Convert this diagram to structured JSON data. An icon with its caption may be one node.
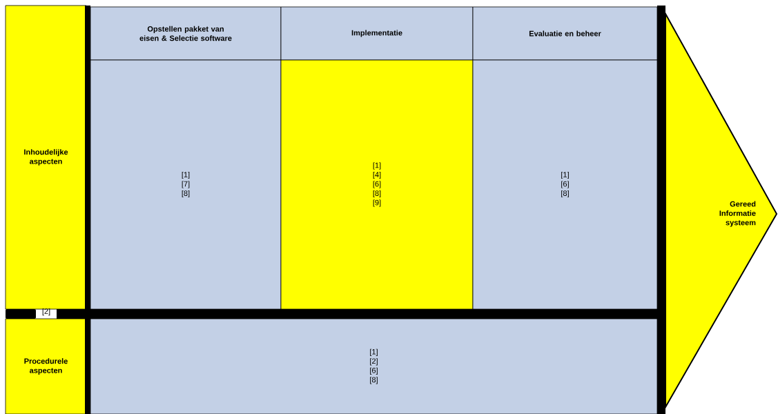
{
  "diagram": {
    "nodes": [
      {
        "text": [
          "Inhoudelijke aspecten"
        ]
      },
      {
        "text": [
          "Procedurele aspecten"
        ]
      },
      {
        "text": [
          "Opstellen pakket van eisen & Selectie software"
        ]
      },
      {
        "text": [
          "Implementatie"
        ]
      },
      {
        "text": [
          "Evaluatie en beheer"
        ]
      },
      {
        "text": [
          "[1]",
          "[7]",
          "[8]"
        ]
      },
      {
        "text": [
          "[1]",
          "[4]",
          "[6]",
          "[8]",
          "[9]"
        ]
      },
      {
        "text": [
          "[1]",
          "[6]",
          "[8]"
        ]
      },
      {
        "text": [
          "[1]",
          "[2]",
          "[6]",
          "[8]"
        ]
      },
      {
        "text": [
          "Gereed Informatie systeem"
        ]
      }
    ],
    "labels": [
      "[2]"
    ]
  }
}
